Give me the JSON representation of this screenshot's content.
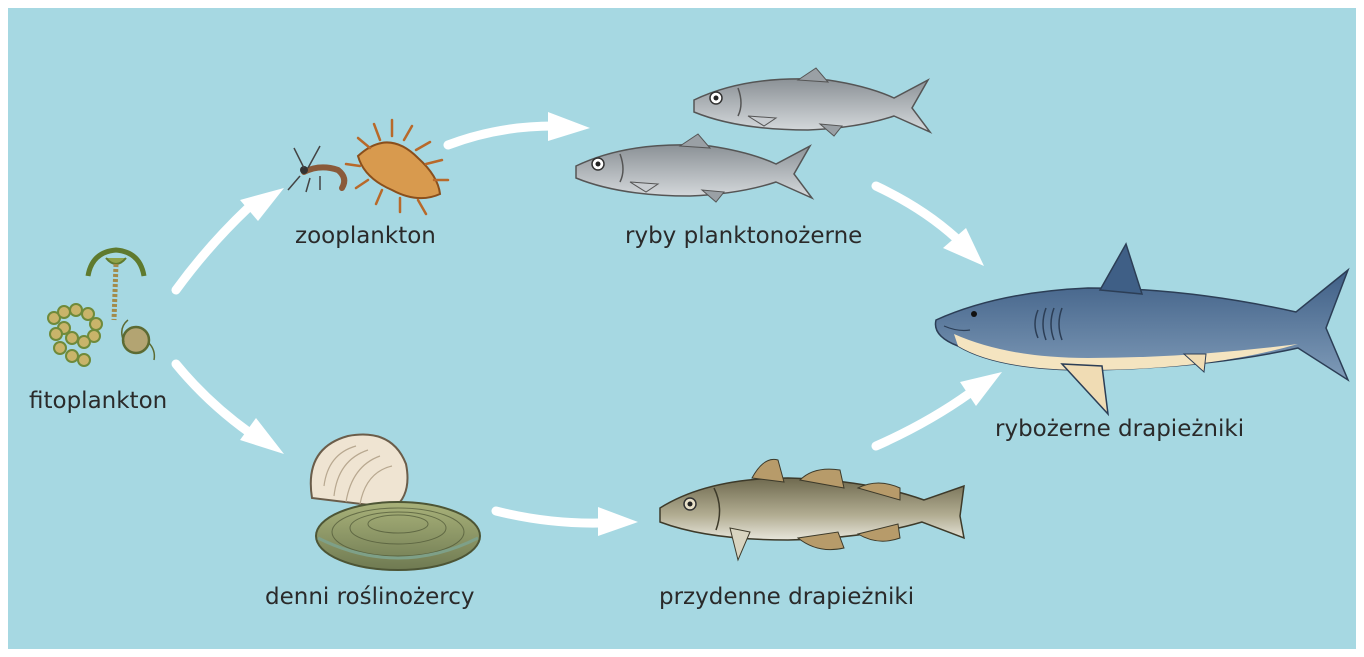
{
  "diagram": {
    "nodes": {
      "fitoplankton": "fitoplankton",
      "zooplankton": "zooplankton",
      "ryby_planktonozerne": "ryby planktonożerne",
      "denni_roslinozercy": "denni roślinożercy",
      "przydenne_drapiezniki": "przydenne drapieżniki",
      "rybozerne_drapiezniki": "rybożerne drapieżniki"
    },
    "edges": [
      {
        "from": "fitoplankton",
        "to": "zooplankton"
      },
      {
        "from": "fitoplankton",
        "to": "denni roślinożercy"
      },
      {
        "from": "zooplankton",
        "to": "ryby planktonożerne"
      },
      {
        "from": "denni roślinożercy",
        "to": "przydenne drapieżniki"
      },
      {
        "from": "ryby planktonożerne",
        "to": "rybożerne drapieżniki"
      },
      {
        "from": "przydenne drapieżniki",
        "to": "rybożerne drapieżniki"
      }
    ],
    "colors": {
      "background": "#a6d8e2",
      "arrow": "#ffffff",
      "text": "#2a2a2a"
    }
  }
}
